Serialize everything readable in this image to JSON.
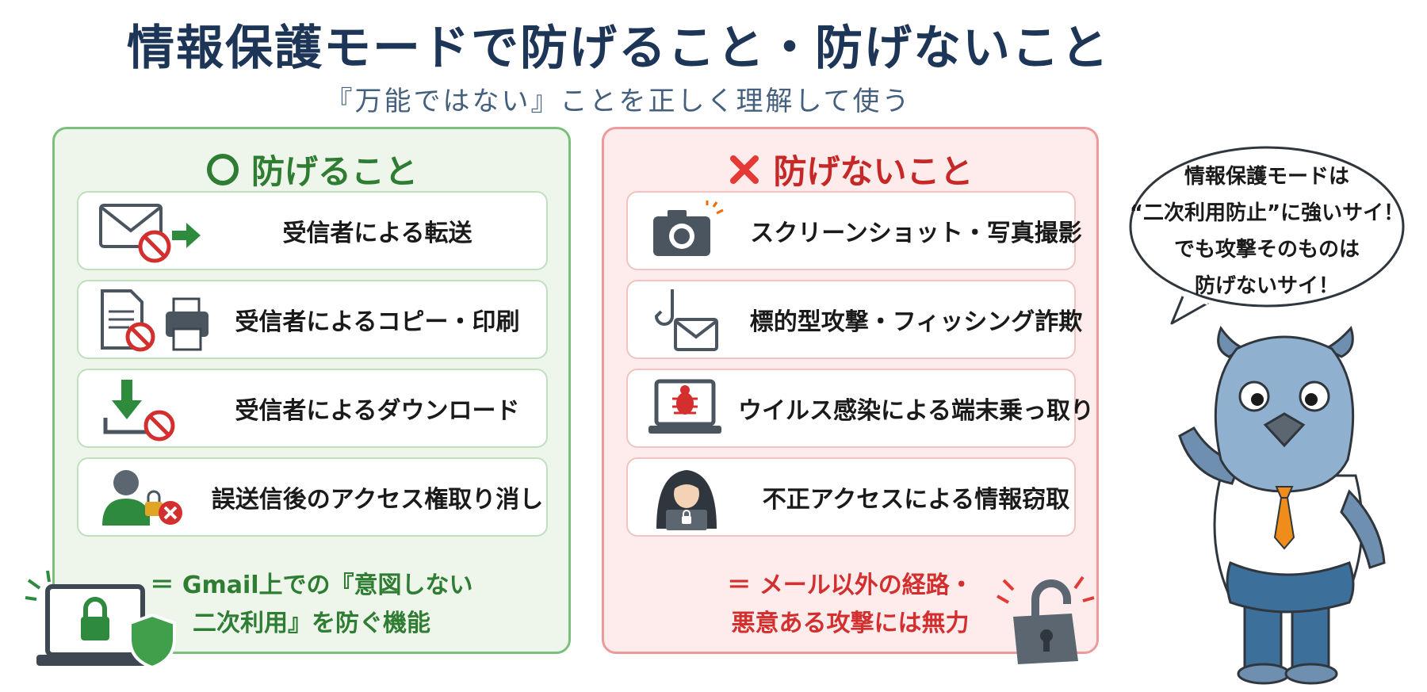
{
  "header": {
    "title": "情報保護モードで防げること・防げないこと",
    "subtitle": "『万能ではない』ことを正しく理解して使う"
  },
  "preventable": {
    "heading": "防げること",
    "heading_mark": "circle",
    "accent": "#2e7d32",
    "items": [
      {
        "label": "受信者による転送",
        "icon": "mail-forward-blocked-icon"
      },
      {
        "label": "受信者によるコピー・印刷",
        "icon": "document-printer-blocked-icon"
      },
      {
        "label": "受信者によるダウンロード",
        "icon": "download-blocked-icon"
      },
      {
        "label": "誤送信後のアクセス権取り消し",
        "icon": "user-access-revoke-icon"
      }
    ],
    "summary_line1": "＝ Gmail上での『意図しない",
    "summary_line2": "二次利用』を防ぐ機能"
  },
  "not_preventable": {
    "heading": "防げないこと",
    "heading_mark": "cross",
    "accent": "#c62828",
    "items": [
      {
        "label": "スクリーンショット・写真撮影",
        "icon": "camera-icon"
      },
      {
        "label": "標的型攻撃・フィッシング詐欺",
        "icon": "phishing-hook-mail-icon"
      },
      {
        "label": "ウイルス感染による端末乗っ取り",
        "icon": "laptop-virus-icon"
      },
      {
        "label": "不正アクセスによる情報窃取",
        "icon": "hooded-hacker-icon"
      }
    ],
    "summary_line1": "＝ メール以外の経路・",
    "summary_line2": "悪意ある攻撃には無力"
  },
  "speech": {
    "lines": [
      "情報保護モードは",
      "“二次利用防止”に強いサイ！",
      "でも攻撃そのものは",
      "防げないサイ！"
    ]
  },
  "decorations": {
    "left": "laptop-lock-shield-icon",
    "right": "broken-padlock-icon",
    "mascot": "rhino-mascot"
  }
}
